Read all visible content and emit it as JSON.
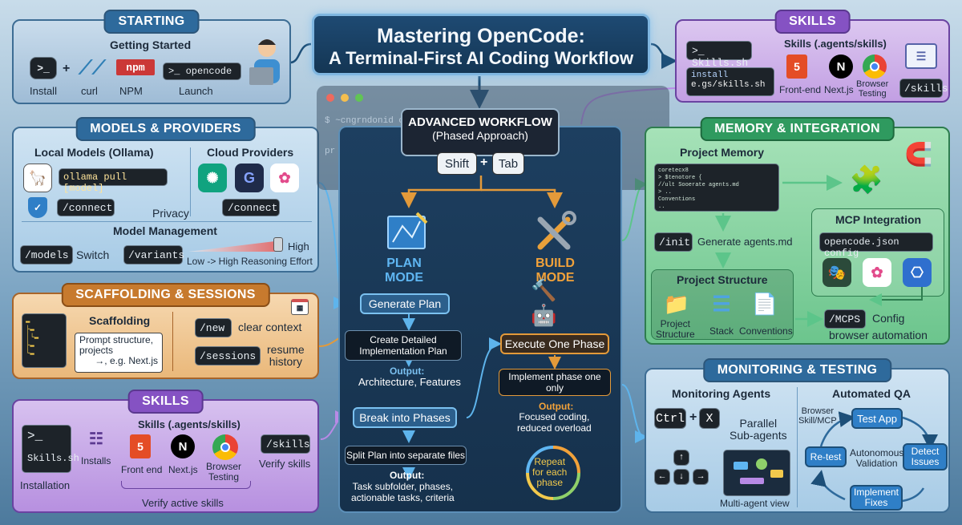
{
  "title": {
    "line1": "Mastering OpenCode:",
    "line2": "A Terminal-First AI Coding Workflow"
  },
  "starting": {
    "title": "STARTING",
    "subtitle": "Getting Started",
    "items": [
      {
        "label": "Install",
        "icon": "terminal-icon"
      },
      {
        "label": "curl",
        "icon": "curl-icon"
      },
      {
        "label": "NPM",
        "icon": "npm-icon"
      },
      {
        "label": "Launch",
        "icon": "launch-icon"
      }
    ],
    "plus": "+",
    "npm_logo": "npm",
    "launch_cmd": ">_ opencode"
  },
  "skills_top": {
    "title": "SKILLS",
    "script": ">_ Skills.sh",
    "heading": "Skills (.agents/skills)",
    "install_line1": "install",
    "install_line2": "e.gs/skills.sh",
    "frontend": "Front-end",
    "nextjs": "Next.js",
    "browser1": "Browser",
    "browser2": "Testing",
    "cmd": "/skills"
  },
  "models": {
    "title": "MODELS & PROVIDERS",
    "local": "Local Models (Ollama)",
    "cloud": "Cloud Providers",
    "pull_cmd": "ollama pull [model]",
    "connect1": "/connect",
    "connect2": "/connect",
    "privacy": "Privacy",
    "mgmt": "Model Management",
    "models_cmd": "/models",
    "switch": "Switch",
    "variants_cmd": "/variants",
    "high": "High",
    "effort": "Low -> High Reasoning Effort"
  },
  "scaffold": {
    "title": "SCAFFOLDING & SESSIONS",
    "heading": "Scaffolding",
    "prompt1": "Prompt structure,",
    "prompt2": "projects",
    "prompt3": "→, e.g. Next.js",
    "new_cmd": "/new",
    "new_desc": "clear context",
    "sessions_cmd": "/sessions",
    "sessions_desc1": "resume",
    "sessions_desc2": "history"
  },
  "skills_bottom": {
    "title": "SKILLS",
    "heading": "Skills (.agents/skills)",
    "script": "Skills.sh",
    "installation": "Installation",
    "installs": "Installs",
    "frontend": "Front end",
    "nextjs": "Next.js",
    "browser1": "Browser",
    "browser2": "Testing",
    "cmd": "/skills",
    "verify": "Verify skills",
    "verify_active": "Verify active skills"
  },
  "advanced": {
    "heading": "ADVANCED WORKFLOW",
    "sub": "(Phased Approach)",
    "shift": "Shift",
    "plus": "+",
    "tab": "Tab",
    "plan1": "PLAN",
    "plan2": "MODE",
    "build1": "BUILD",
    "build2": "MODE",
    "generate": "Generate Plan",
    "detailed1": "Create Detailed",
    "detailed2": "Implementation Plan",
    "output_label": "Output:",
    "output1": "Architecture, Features",
    "phases": "Break into Phases",
    "split": "Split Plan into separate files",
    "output2a": "Task subfolder, phases,",
    "output2b": "actionable tasks, criteria",
    "execute": "Execute One Phase",
    "implement1": "Implement phase one",
    "implement2": "only",
    "output3a": "Focused coding,",
    "output3b": "reduced overload",
    "repeat1": "Repeat",
    "repeat2": "for each",
    "repeat3": "phase",
    "bg_line1": "$ ~cngrndonid o",
    "bg_line2": "pr"
  },
  "memory": {
    "title": "MEMORY & INTEGRATION",
    "project_memory": "Project Memory",
    "code": [
      "coretecx8",
      ">   $tenotore {",
      "     //ult Sooerate agents.md",
      ">   ..",
      "   Conventions",
      ".."
    ],
    "init_cmd": "/init",
    "init_desc": "Generate agents.md",
    "mcp": "MCP Integration",
    "mcp_cmd": "opencode.json config",
    "structure": "Project Structure",
    "struct1a": "Project",
    "struct1b": "Structure",
    "struct2": "Stack",
    "struct3": "Conventions",
    "mcps_cmd": "/MCPS",
    "config": "Config",
    "browser_auto": "browser automation"
  },
  "monitoring": {
    "title": "MONITORING & TESTING",
    "agents": "Monitoring Agents",
    "ctrl": "Ctrl",
    "plus": "+",
    "x": "X",
    "parallel1": "Parallel",
    "parallel2": "Sub-agents",
    "multi": "Multi-agent view",
    "qa": "Automated QA",
    "browser_skill1": "Browser",
    "browser_skill2": "Skill/MCP",
    "test": "Test App",
    "detect1": "Detect",
    "detect2": "Issues",
    "retest": "Re-test",
    "implement1": "Implement",
    "implement2": "Fixes",
    "auto1": "Autonomous",
    "auto2": "Validation",
    "arrows": [
      "↑",
      "←",
      "↓",
      "→"
    ]
  },
  "colors": {
    "skills": "#c7a6ea",
    "scaffold": "#f0c58f",
    "memory": "#7fcf9b",
    "models": "#a9d0ea",
    "plan": "#4aa3e8",
    "build": "#f2a23a"
  }
}
